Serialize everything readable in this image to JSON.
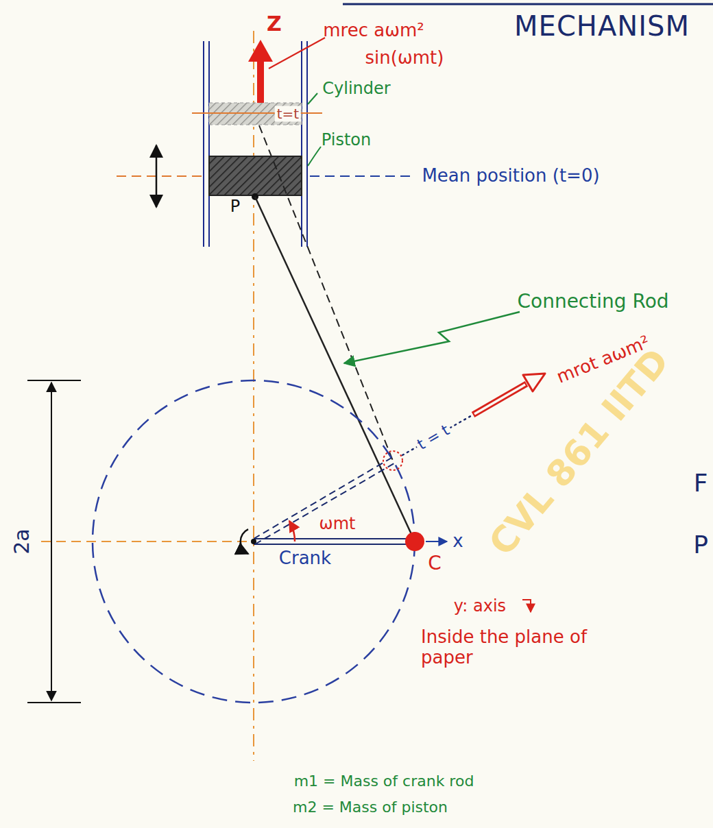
{
  "diagram": {
    "title": "MECHANISM",
    "labels": [
      "Z",
      "mrec aωm²",
      "sin(ωmt)",
      "Cylinder",
      "t=t",
      "Piston",
      "Mean position (t=0)",
      "P",
      "Connecting Rod",
      "mrot aωm²",
      "t = t",
      "ωmt",
      "Crank",
      "C",
      "x",
      "2a",
      "y: axis",
      "Inside the plane of paper",
      "m1 = Mass of crank rod",
      "m2 = Mass of piston",
      "CVL 861 IITD",
      "F",
      "P"
    ]
  }
}
